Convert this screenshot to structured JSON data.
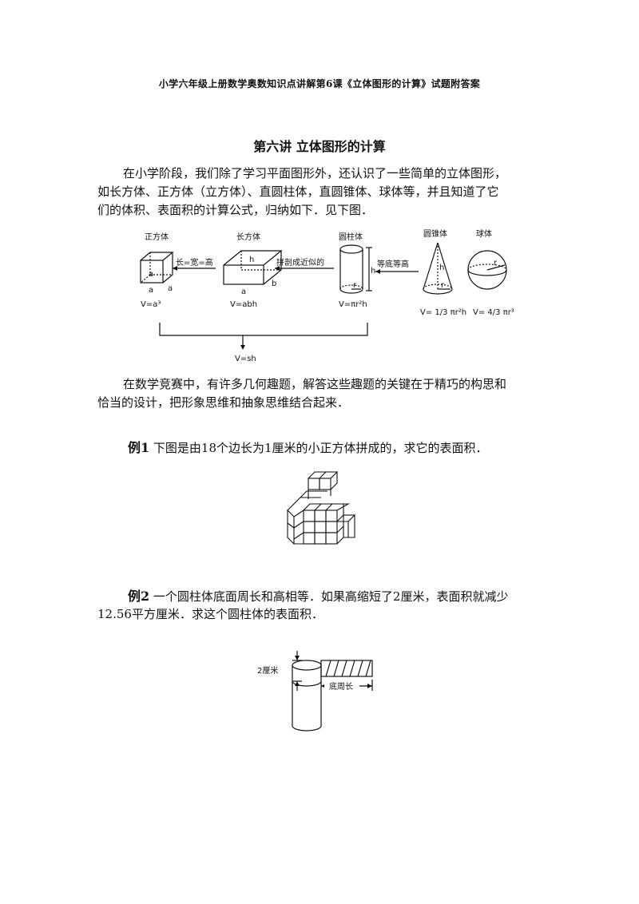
{
  "header": {
    "doc_title": "小学六年级上册数学奥数知识点讲解第6课《立体图形的计算》试题附答案",
    "lesson_title": "第六讲  立体图形的计算"
  },
  "intro": {
    "line1": "在小学阶段，我们除了学习平面图形外，还认识了一些简单的立体图形，",
    "line2": "如长方体、正方体（立方体）、直圆柱体，直圆锥体、球体等，并且知道了它",
    "line3": "们的体积、表面积的计算公式，归纳如下．见下图．"
  },
  "figure1": {
    "cube_label": "正方体",
    "cuboid_label": "长方体",
    "cylinder_label": "圆柱体",
    "cone_label": "圆锥体",
    "sphere_label": "球体",
    "arrow1_label": "长=宽=高",
    "arrow2_label": "拼剖成近似的",
    "arrow3_label": "等底等高",
    "cube_formula": "V=a³",
    "cuboid_formula": "V=abh",
    "cylinder_formula": "V=πr²h",
    "cone_formula": "V= 1/3 πr²h",
    "sphere_formula": "V= 4/3 πr³",
    "common_formula": "V=sh",
    "letter_a": "a",
    "letter_b": "b",
    "letter_h": "h",
    "letter_r": "r"
  },
  "para2": {
    "line1": "在数学竞赛中，有许多几何趣题，解答这些趣题的关键在于精巧的构思和",
    "line2": "恰当的设计，把形象思维和抽象思维结合起来．"
  },
  "example1": {
    "label": "例1",
    "text": " 下图是由18个边长为1厘米的小正方体拼成的，求它的表面积．"
  },
  "example2": {
    "label": "例2",
    "text_line1": " 一个圆柱体底面周长和高相等．如果高缩短了2厘米，表面积就减少",
    "text_line2": "12.56平方厘米．求这个圆柱体的表面积．"
  },
  "figure3": {
    "height_label": "2厘米",
    "perimeter_label": "底周长"
  }
}
